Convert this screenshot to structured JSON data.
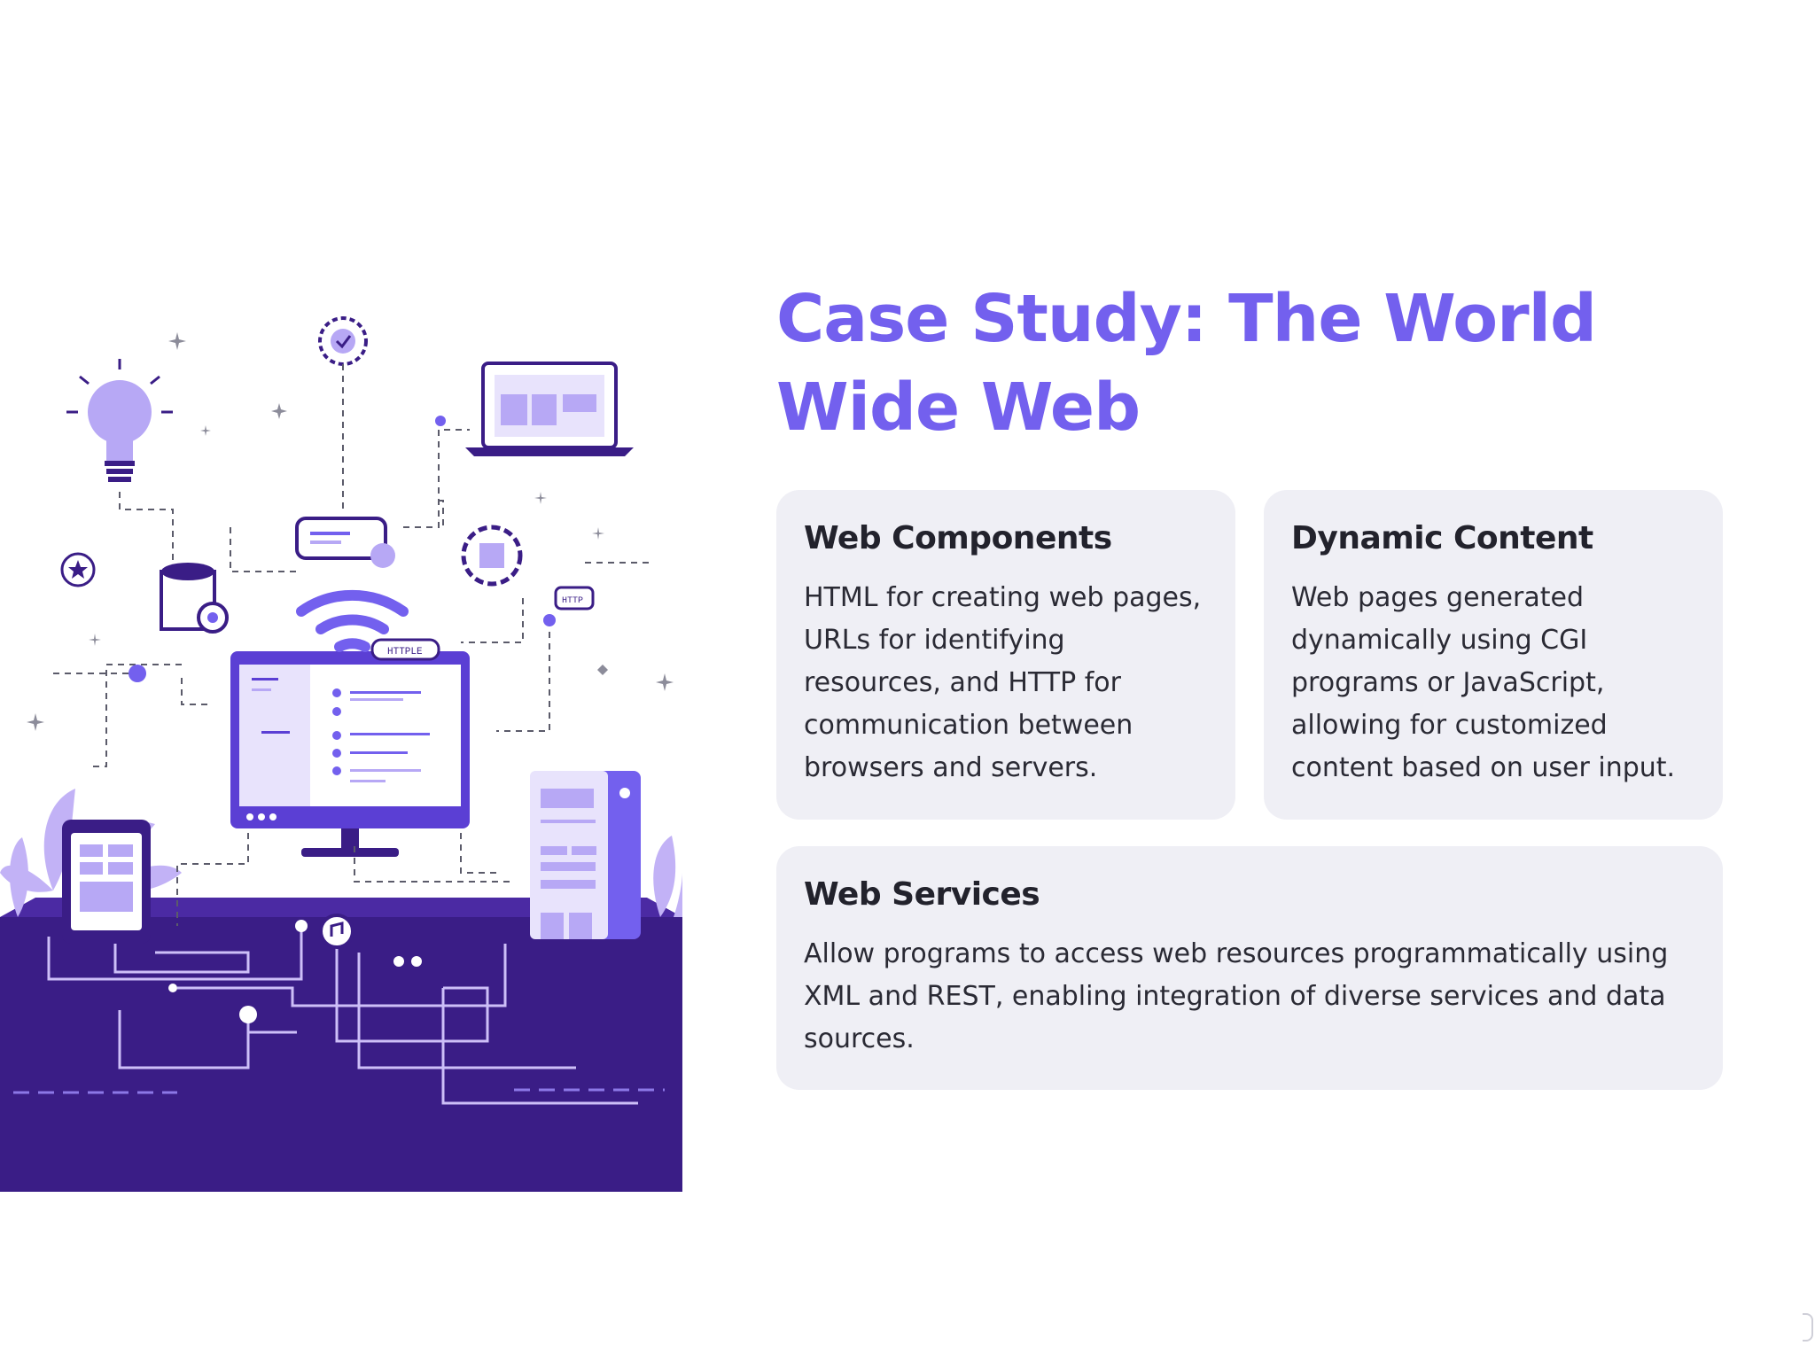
{
  "slide": {
    "title": "Case Study: The World Wide Web",
    "cards": [
      {
        "heading": "Web Components",
        "body": "HTML for creating web pages, URLs for identifying resources, and HTTP for communication between browsers and servers."
      },
      {
        "heading": "Dynamic Content",
        "body": "Web pages generated dynamically using CGI programs or JavaScript, allowing for customized content based on user input."
      },
      {
        "heading": "Web Services",
        "body": "Allow programs to access web resources programmatically using XML and REST, enabling integration of diverse services and data sources."
      }
    ]
  },
  "illustration": {
    "browser_label": "HTTPLE",
    "chat_label": "HTTP",
    "colors": {
      "accent": "#7360ee",
      "deep_purple": "#3a1d86",
      "light_purple": "#b7a8f5",
      "card_bg": "#efeff5"
    }
  }
}
